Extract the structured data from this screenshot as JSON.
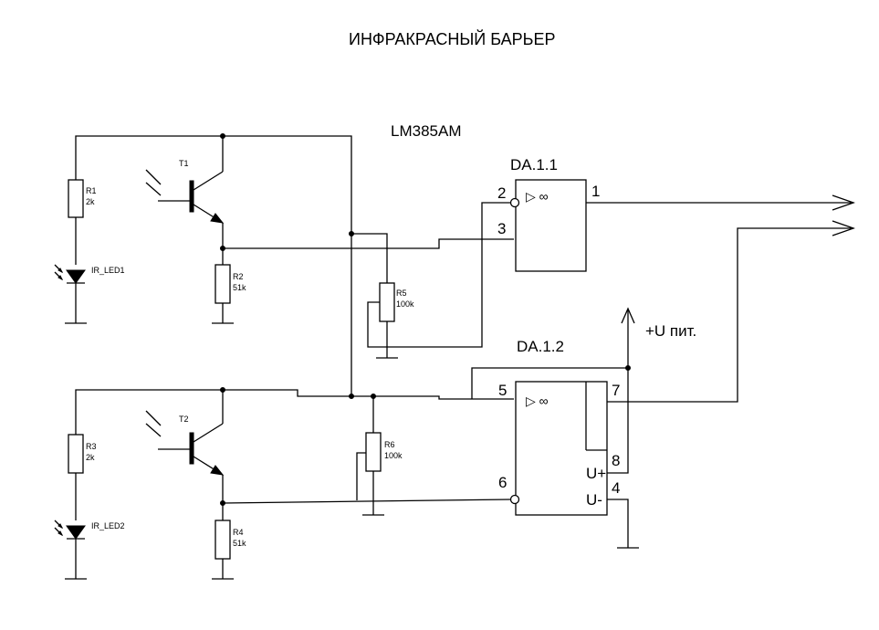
{
  "title": "ИНФРАКРАСНЫЙ БАРЬЕР",
  "chip": "LM385AM",
  "opamps": {
    "da1": {
      "label": "DA.1.1",
      "sym": "▷ ∞",
      "pin_in_inv": "2",
      "pin_in_noninv": "3",
      "pin_out": "1"
    },
    "da2": {
      "label": "DA.1.2",
      "sym": "▷ ∞",
      "pin_in_noninv": "5",
      "pin_in_inv": "6",
      "pin_out": "7",
      "pin_vplus": "8",
      "pin_vminus": "4",
      "vplus_label": "U+",
      "vminus_label": "U-"
    }
  },
  "power_label": "+U пит.",
  "components": {
    "r1": {
      "name": "R1",
      "value": "2k"
    },
    "r2": {
      "name": "R2",
      "value": "51k"
    },
    "r3": {
      "name": "R3",
      "value": "2k"
    },
    "r4": {
      "name": "R4",
      "value": "51k"
    },
    "r5": {
      "name": "R5",
      "value": "100k"
    },
    "r6": {
      "name": "R6",
      "value": "100k"
    },
    "led1": {
      "name": "IR_LED1"
    },
    "led2": {
      "name": "IR_LED2"
    },
    "t1": {
      "name": "T1"
    },
    "t2": {
      "name": "T2"
    }
  }
}
